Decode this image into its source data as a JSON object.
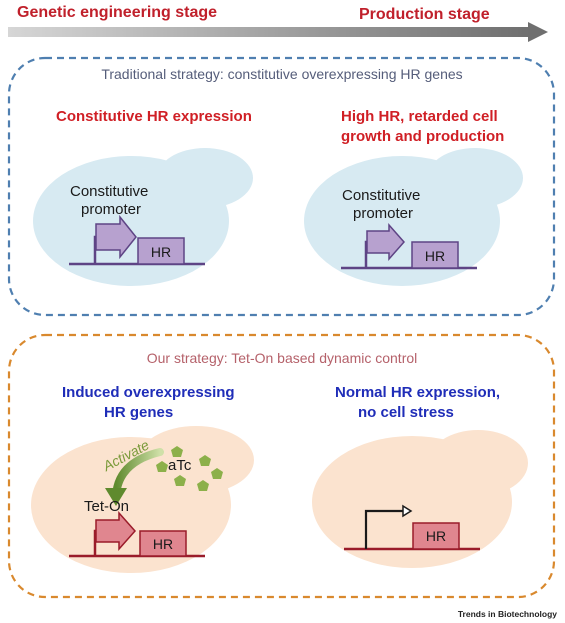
{
  "stages": {
    "genetic": "Genetic engineering stage",
    "production": "Production stage"
  },
  "traditional": {
    "title": "Traditional strategy: constitutive overexpressing HR genes",
    "left_heading": [
      "Constitutive HR expression"
    ],
    "right_heading": [
      "High HR, retarded cell",
      "growth and production"
    ],
    "left_promoter": [
      "Constitutive",
      "promoter"
    ],
    "right_promoter": [
      "Constitutive",
      "promoter"
    ],
    "gene": "HR"
  },
  "ours": {
    "title": "Our strategy: Tet-On based dynamic control",
    "left_heading": [
      "Induced overexpressing",
      "HR genes"
    ],
    "right_heading": [
      "Normal HR expression,",
      "no cell stress"
    ],
    "activate": "Activate",
    "inducer": "aTc",
    "promoter": "Tet-On",
    "gene": "HR"
  },
  "credit": "Trends in Biotechnology",
  "colors": {
    "stage_text": "#c0202b",
    "top_border": "#4f7fb0",
    "bottom_border": "#d9892e",
    "top_cell": "#d7eaf2",
    "bottom_cell": "#fbe3cf",
    "purple_fill": "#b7a1cf",
    "purple_stroke": "#5e4485",
    "red_fill": "#e0868f",
    "red_stroke": "#9a1c2a",
    "atc_green": "#8cb04a",
    "arrow_green": "#7fa24a"
  }
}
